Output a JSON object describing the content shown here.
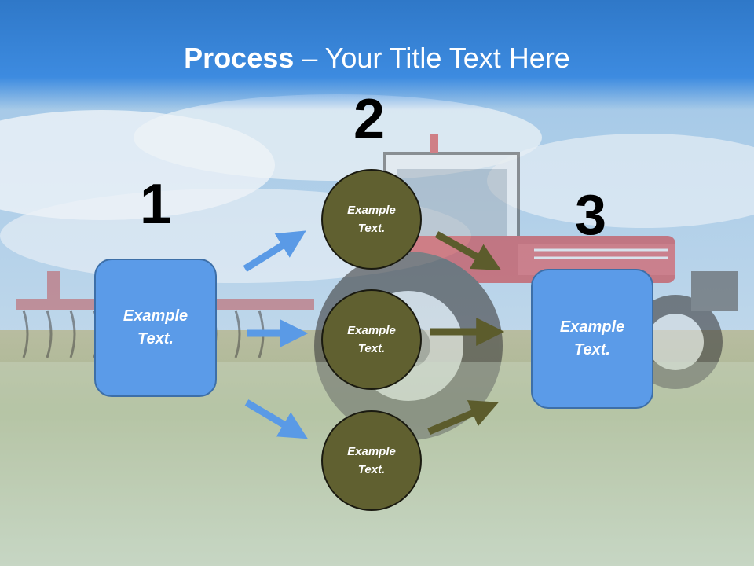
{
  "slide": {
    "title_bold": "Process",
    "title_rest": " – Your Title Text Here"
  },
  "steps": {
    "step1": {
      "number": "1",
      "text": "Example\nText."
    },
    "step2": {
      "number": "2",
      "circles": [
        {
          "text": "Example\nText."
        },
        {
          "text": "Example\nText."
        },
        {
          "text": "Example\nText."
        }
      ]
    },
    "step3": {
      "number": "3",
      "text": "Example\nText."
    }
  },
  "colors": {
    "box_fill": "#5b9be8",
    "circle_fill": "#606030",
    "blue_arrow": "#5a9ae6",
    "olive_arrow": "#5c5c2c"
  }
}
